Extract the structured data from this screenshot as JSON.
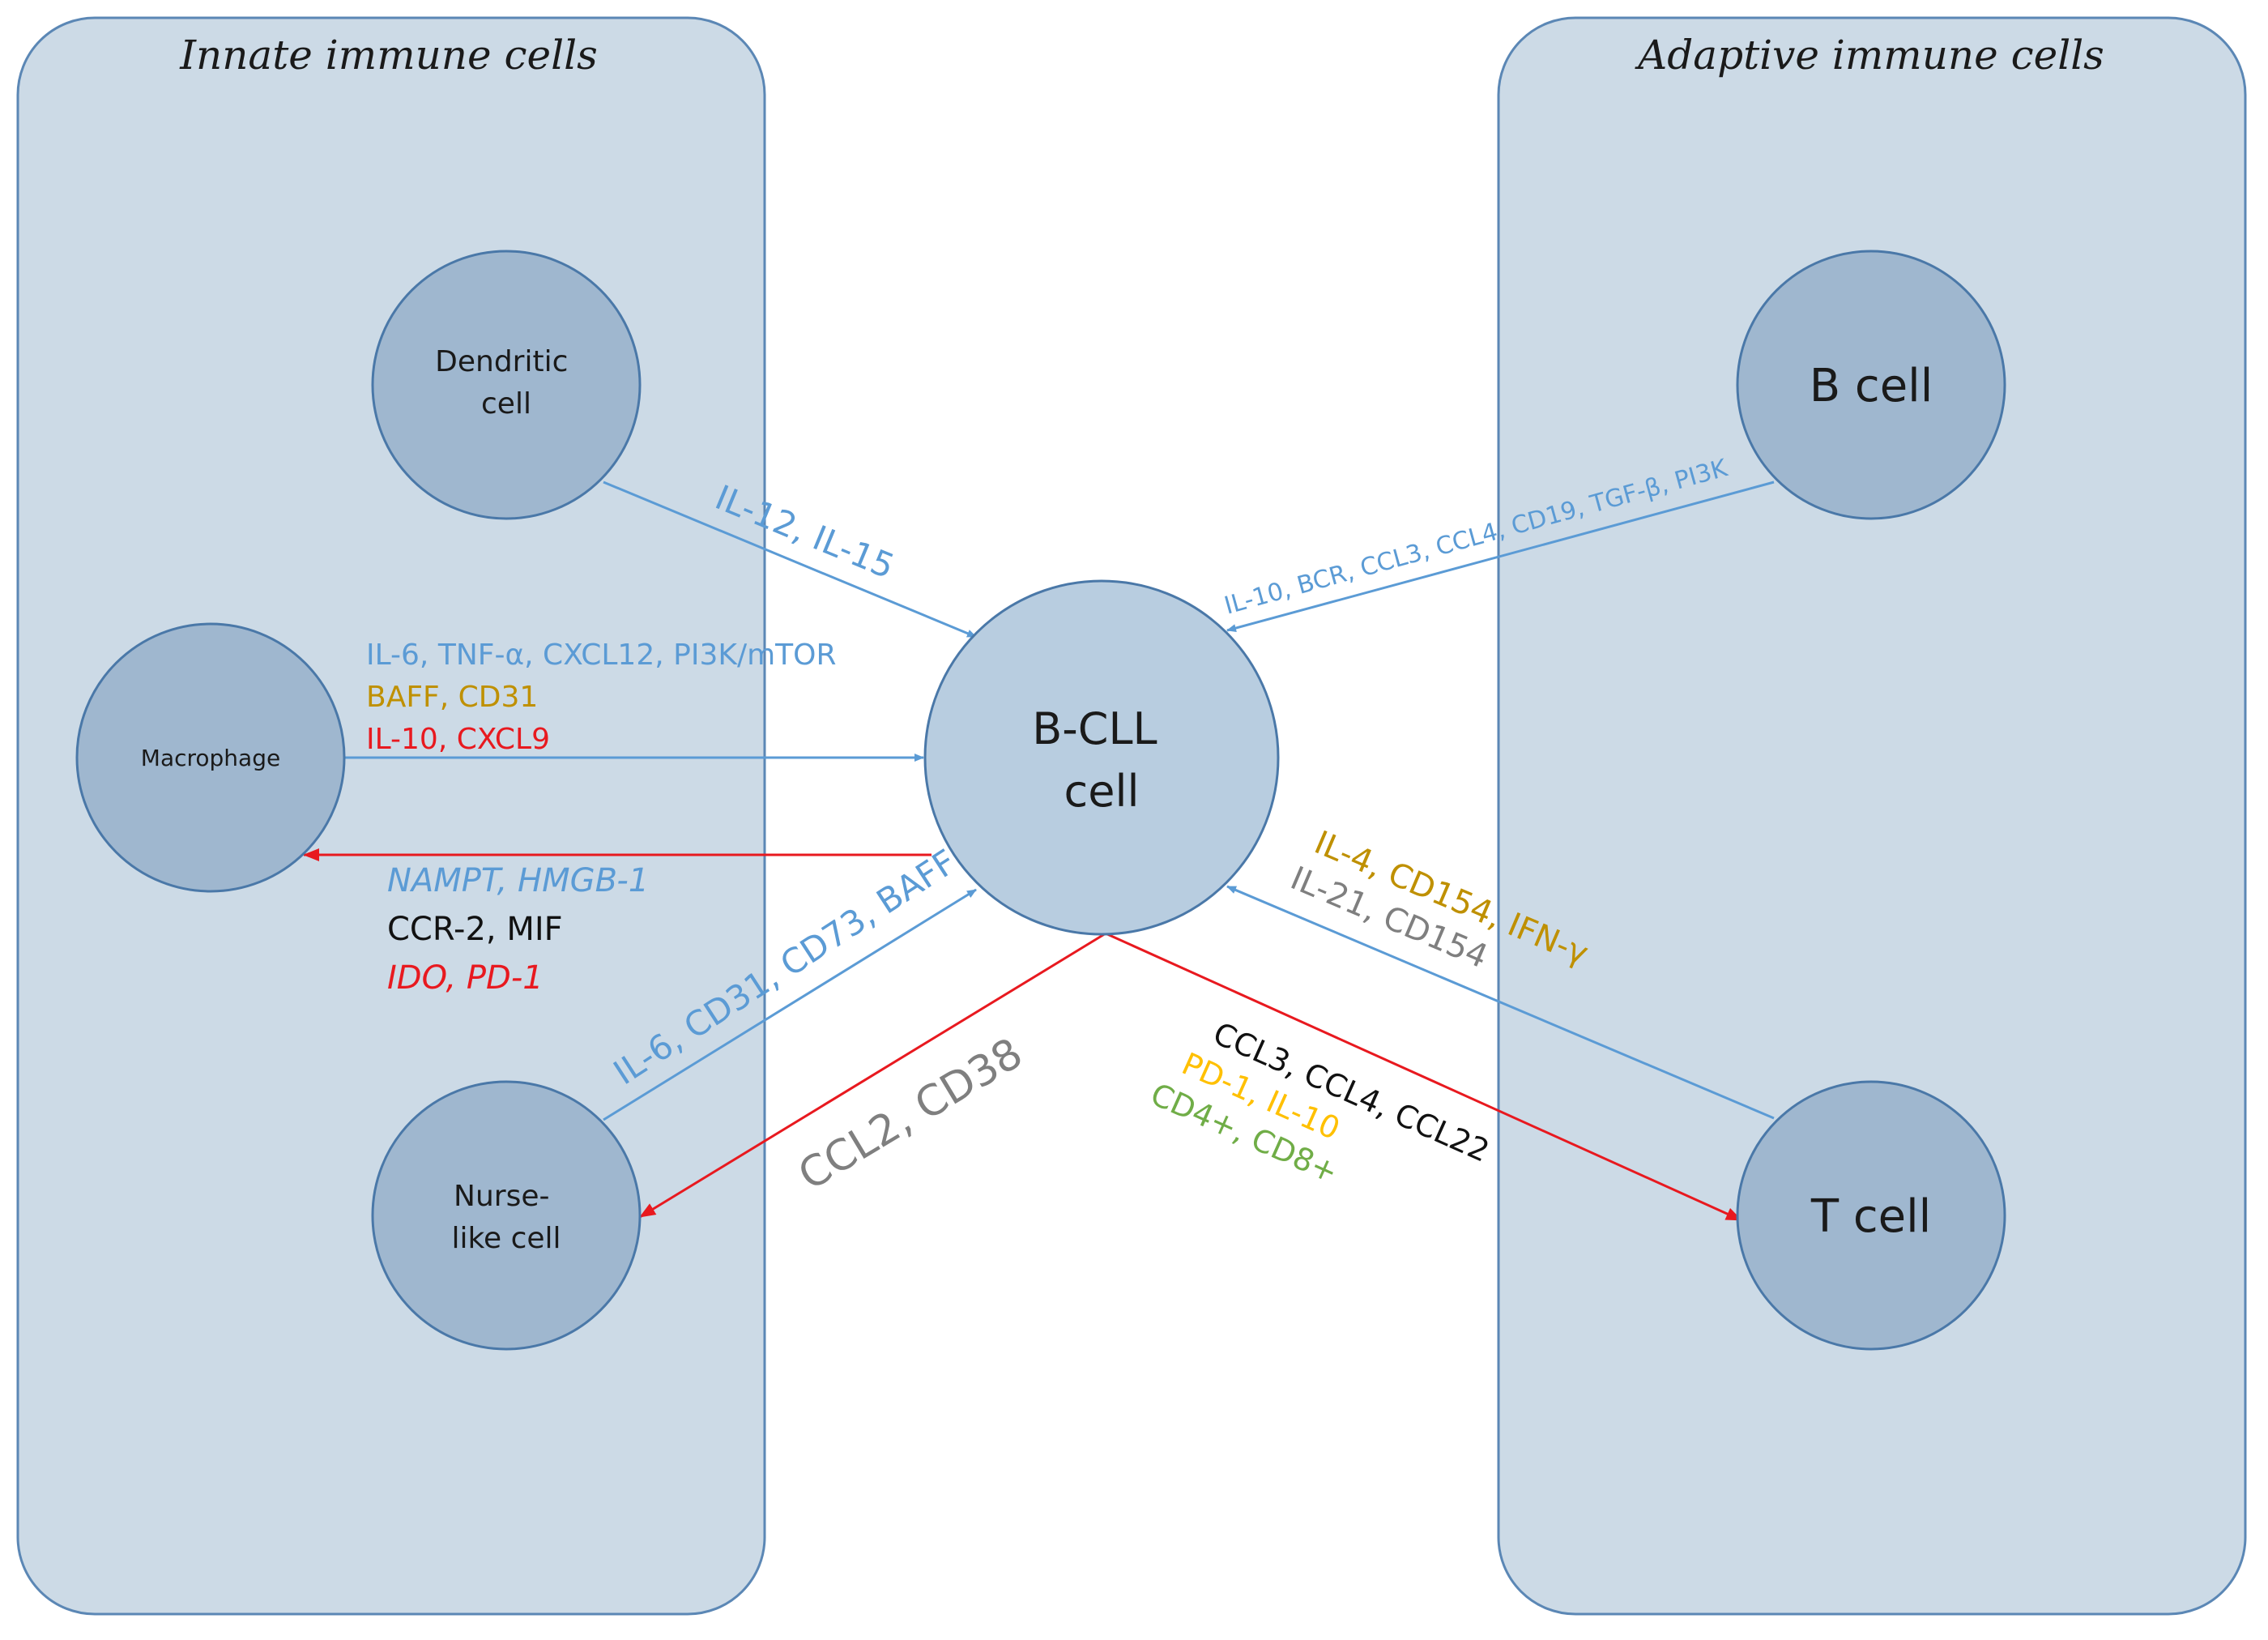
{
  "colors": {
    "panel_fill": "#ccdae6",
    "panel_stroke": "#5b87b5",
    "cell_fill": "#9fb7cf",
    "bcll_fill": "#b8cde0",
    "cell_stroke": "#4a78a8",
    "arrow_blue": "#5b9bd5",
    "arrow_red": "#e8191f",
    "text_blue": "#5b9bd5",
    "text_gold": "#bf9000",
    "text_red": "#e8191f",
    "text_black": "#111111",
    "text_gray": "#7f7f7f",
    "text_yellow": "#ffc000",
    "text_green": "#70ad47"
  },
  "panels": {
    "innate_title": "Innate immune cells",
    "adaptive_title": "Adaptive immune cells"
  },
  "cells": {
    "dendritic": [
      "Dendritic",
      "cell"
    ],
    "macrophage": "Macrophage",
    "nurse": [
      "Nurse-",
      "like cell"
    ],
    "bcll": [
      "B-CLL",
      "cell"
    ],
    "bcell": "B cell",
    "tcell": "T cell"
  },
  "labels": {
    "dendritic_to_bcll": "IL-12, IL-15",
    "macrophage_to_bcll": [
      {
        "text": "IL-6, TNF-α, CXCL12, PI3K/mTOR",
        "color": "text_blue"
      },
      {
        "text": "BAFF, CD31",
        "color": "text_gold"
      },
      {
        "text": "IL-10, CXCL9",
        "color": "text_red"
      }
    ],
    "bcll_to_macrophage": [
      {
        "text": "NAMPT, HMGB-1",
        "color": "text_blue"
      },
      {
        "text": "CCR-2, MIF",
        "color": "text_black"
      },
      {
        "text": "IDO, PD-1",
        "color": "text_red"
      }
    ],
    "nurse_to_bcll": "IL-6, CD31, CD73, BAFF",
    "bcll_to_nurse": "CCL2, CD38",
    "bcell_to_bcll": "IL-10, BCR, CCL3, CCL4, CD19, TGF-β, PI3K",
    "tcell_to_bcll": [
      {
        "text": "IL-4, CD154, IFN-γ",
        "color": "text_gold"
      },
      {
        "text": "IL-21, CD154",
        "color": "text_gray"
      }
    ],
    "bcll_to_tcell": [
      {
        "text": "CCL3, CCL4, CCL22",
        "color": "text_black"
      },
      {
        "text": "PD-1, IL-10",
        "color": "text_yellow"
      },
      {
        "text": "CD4+, CD8+",
        "color": "text_green"
      }
    ]
  }
}
